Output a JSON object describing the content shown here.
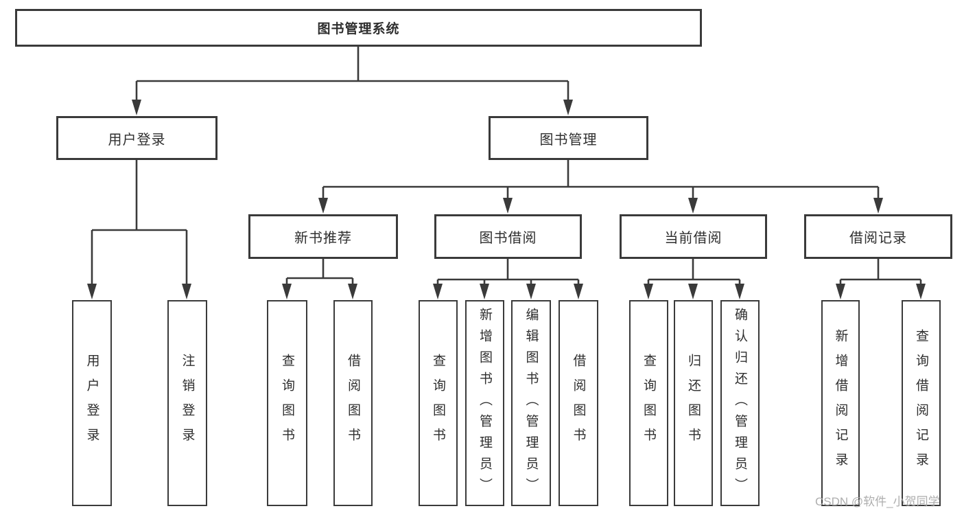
{
  "diagram": {
    "colors": {
      "line": "#3a3a3a",
      "text": "#2e2e2e",
      "background": "#ffffff",
      "watermark": "#aaaaaa"
    },
    "watermark": "CSDN @软件_小贺同学",
    "root": {
      "label": "图书管理系统",
      "children": [
        {
          "label": "用户登录",
          "children": [
            {
              "label": "用户登录"
            },
            {
              "label": "注销登录"
            }
          ]
        },
        {
          "label": "图书管理",
          "children": [
            {
              "label": "新书推荐",
              "children": [
                {
                  "label": "查询图书"
                },
                {
                  "label": "借阅图书"
                }
              ]
            },
            {
              "label": "图书借阅",
              "children": [
                {
                  "label": "查询图书"
                },
                {
                  "label": "新增图书（管理员）"
                },
                {
                  "label": "编辑图书（管理员）"
                },
                {
                  "label": "借阅图书"
                }
              ]
            },
            {
              "label": "当前借阅",
              "children": [
                {
                  "label": "查询图书"
                },
                {
                  "label": "归还图书"
                },
                {
                  "label": "确认归还（管理员）"
                }
              ]
            },
            {
              "label": "借阅记录",
              "children": [
                {
                  "label": "新增借阅记录"
                },
                {
                  "label": "查询借阅记录"
                }
              ]
            }
          ]
        }
      ]
    }
  }
}
